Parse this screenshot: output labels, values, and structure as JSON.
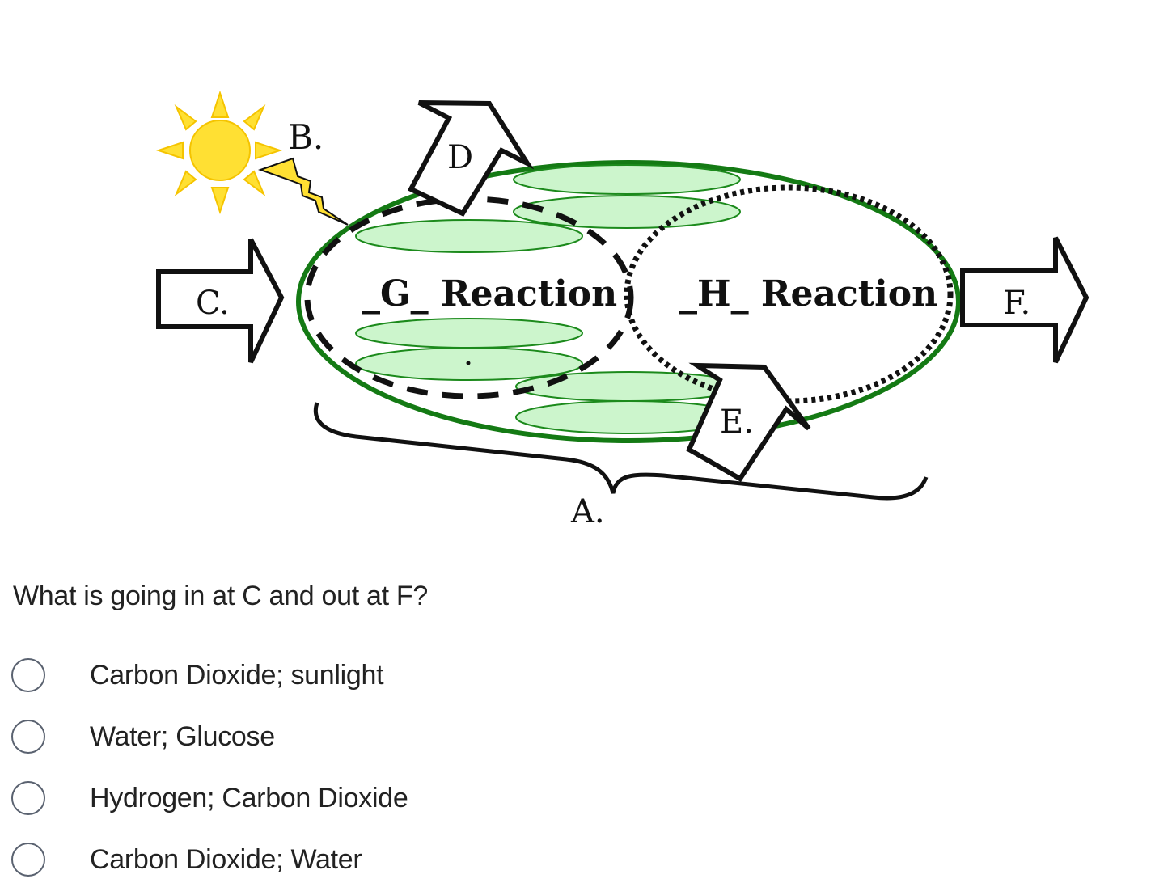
{
  "diagram": {
    "labels": {
      "a": "A.",
      "b": "B.",
      "c": "C.",
      "d": "D",
      "e": "E.",
      "f": "F.",
      "g_reaction": "_G_ Reaction",
      "h_reaction": "_H_ Reaction"
    },
    "colors": {
      "sun": "#ffe033",
      "sun_outline": "#f5c400",
      "membrane": "#147a14",
      "thylakoid_fill": "#ccf5cc",
      "thylakoid_stroke": "#1c8a1c"
    }
  },
  "question": {
    "text": "What is going in at C and out at F?",
    "options": [
      {
        "label": "Carbon Dioxide; sunlight",
        "selected": false
      },
      {
        "label": "Water; Glucose",
        "selected": false
      },
      {
        "label": "Hydrogen; Carbon Dioxide",
        "selected": false
      },
      {
        "label": "Carbon Dioxide; Water",
        "selected": false
      }
    ]
  }
}
